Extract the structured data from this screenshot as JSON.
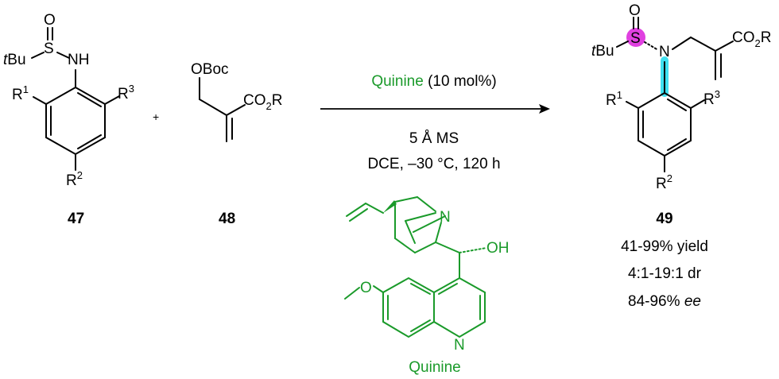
{
  "reactant1": {
    "label": "47",
    "atoms": {
      "o": "O",
      "s": "S",
      "tbu_t": "t",
      "tbu_rest": "Bu",
      "nh": "NH",
      "r1": "R",
      "r1_sup": "1",
      "r3": "R",
      "r3_sup": "3",
      "r2": "R",
      "r2_sup": "2"
    }
  },
  "plus": "+",
  "reactant2": {
    "label": "48",
    "atoms": {
      "oboc": "OBoc",
      "co2r_a": "CO",
      "co2r_sub": "2",
      "co2r_b": "R"
    }
  },
  "conditions": {
    "catalyst": "Quinine",
    "loading": " (10 mol%)",
    "line2": "5 Å MS",
    "line3": "DCE, –30 °C, 120 h"
  },
  "catalyst_structure": {
    "name": "Quinine",
    "atoms": {
      "n1": "N",
      "oh": "OH",
      "o": "O",
      "n2": "N"
    }
  },
  "product": {
    "label": "49",
    "atoms": {
      "o": "O",
      "s": "S",
      "tbu_t": "t",
      "tbu_rest": "Bu",
      "n": "N",
      "co2r_a": "CO",
      "co2r_sub": "2",
      "co2r_b": "R",
      "r1": "R",
      "r1_sup": "1",
      "r3": "R",
      "r3_sup": "3",
      "r2": "R",
      "r2_sup": "2"
    },
    "yield": "41-99% yield",
    "dr": "4:1-19:1 dr",
    "ee_value": "84-96% ",
    "ee_unit": "ee"
  },
  "colors": {
    "catalyst": "#1a9a2a",
    "stereocenter_highlight": "#e040e0",
    "axis_highlight": "#40e0f0",
    "bond": "#000000"
  }
}
